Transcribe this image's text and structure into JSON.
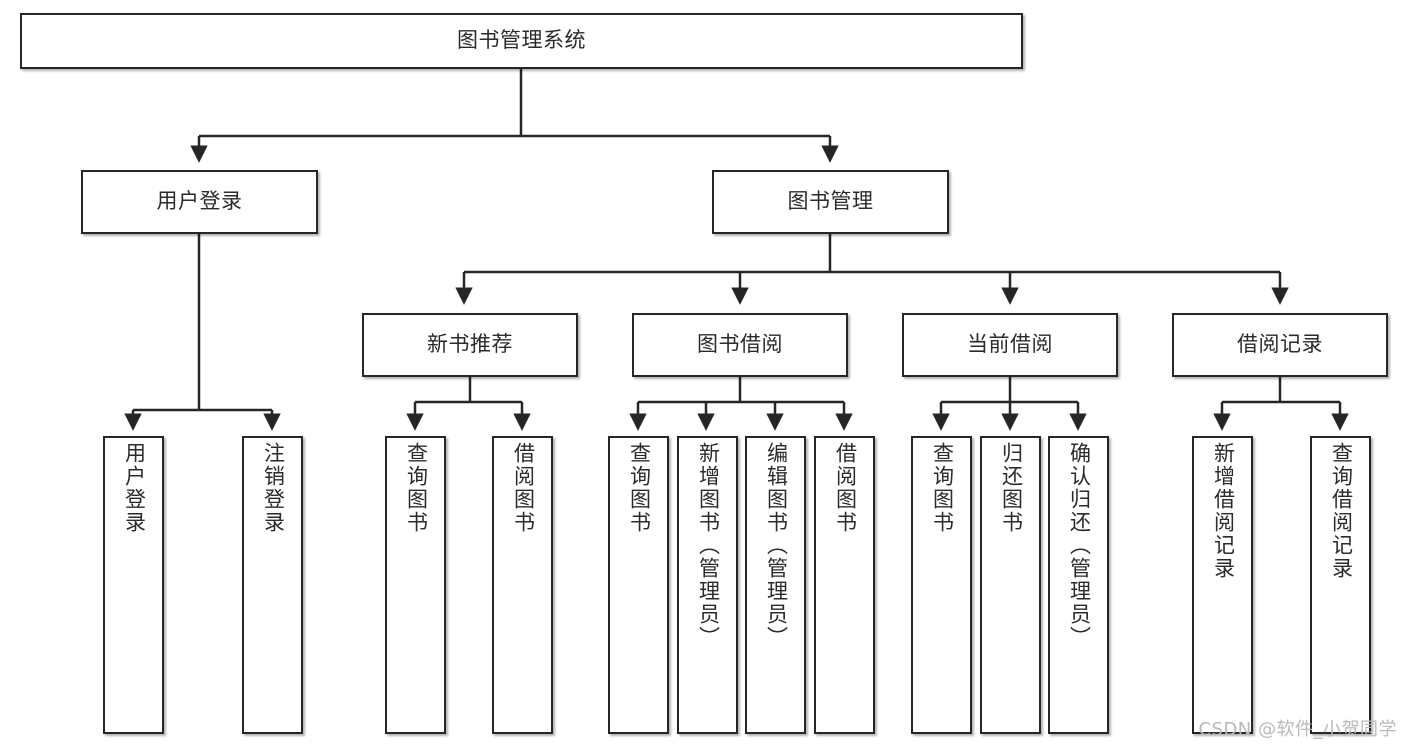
{
  "diagram": {
    "type": "tree-hierarchy",
    "title": "图书管理系统",
    "orientation": "top-down",
    "colors": {
      "box_border": "#262626",
      "box_fill": "#ffffff",
      "edge": "#262626",
      "text": "#2b2b2b",
      "watermark": "#b9b9b9"
    },
    "watermark": "CSDN @软件_小贺同学"
  },
  "nodes": {
    "root": {
      "label": "图书管理系统",
      "level": 1
    },
    "level2": [
      {
        "id": "user-login",
        "label": "用户登录"
      },
      {
        "id": "book-manage",
        "label": "图书管理"
      }
    ],
    "level3": [
      {
        "id": "new-book-rec",
        "label": "新书推荐",
        "parent": "book-manage"
      },
      {
        "id": "book-borrow",
        "label": "图书借阅",
        "parent": "book-manage"
      },
      {
        "id": "current-borrow",
        "label": "当前借阅",
        "parent": "book-manage"
      },
      {
        "id": "borrow-record",
        "label": "借阅记录",
        "parent": "book-manage"
      }
    ],
    "leaves": [
      {
        "id": "leaf-user-login",
        "label": "用户登录",
        "parent": "user-login"
      },
      {
        "id": "leaf-user-logout",
        "label": "注销登录",
        "parent": "user-login"
      },
      {
        "id": "leaf-query-book-1",
        "label": "查询图书",
        "parent": "new-book-rec"
      },
      {
        "id": "leaf-borrow-book-1",
        "label": "借阅图书",
        "parent": "new-book-rec"
      },
      {
        "id": "leaf-query-book-2",
        "label": "查询图书",
        "parent": "book-borrow"
      },
      {
        "id": "leaf-add-book",
        "label": "新增图书（管理员）",
        "parent": "book-borrow"
      },
      {
        "id": "leaf-edit-book",
        "label": "编辑图书（管理员）",
        "parent": "book-borrow"
      },
      {
        "id": "leaf-borrow-book-2",
        "label": "借阅图书",
        "parent": "book-borrow"
      },
      {
        "id": "leaf-query-book-3",
        "label": "查询图书",
        "parent": "current-borrow"
      },
      {
        "id": "leaf-return-book",
        "label": "归还图书",
        "parent": "current-borrow"
      },
      {
        "id": "leaf-confirm-return",
        "label": "确认归还（管理员）",
        "parent": "current-borrow"
      },
      {
        "id": "leaf-add-record",
        "label": "新增借阅记录",
        "parent": "borrow-record"
      },
      {
        "id": "leaf-query-record",
        "label": "查询借阅记录",
        "parent": "borrow-record"
      }
    ]
  }
}
